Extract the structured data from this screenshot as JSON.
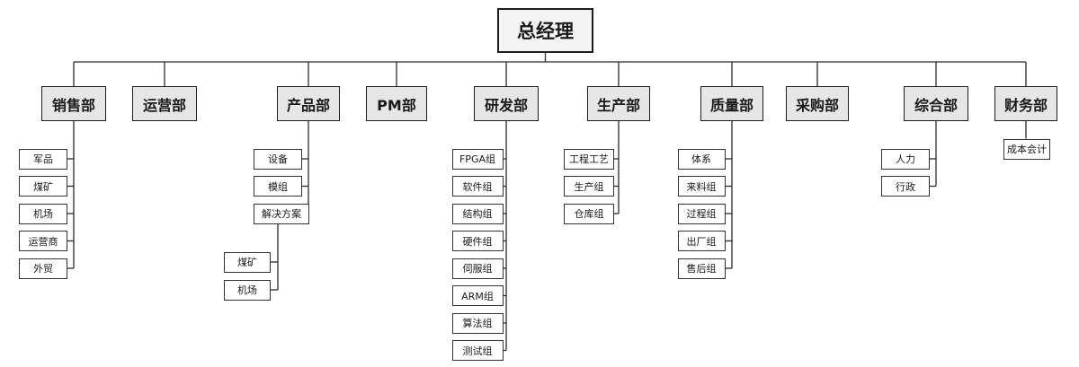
{
  "root": "总经理",
  "departments": [
    {
      "name": "销售部",
      "children": [
        {
          "name": "军品"
        },
        {
          "name": "煤矿"
        },
        {
          "name": "机场"
        },
        {
          "name": "运营商"
        },
        {
          "name": "外贸"
        }
      ]
    },
    {
      "name": "运营部",
      "children": []
    },
    {
      "name": "产品部",
      "children": [
        {
          "name": "设备"
        },
        {
          "name": "模组"
        },
        {
          "name": "解决方案",
          "children": [
            {
              "name": "煤矿"
            },
            {
              "name": "机场"
            }
          ]
        }
      ]
    },
    {
      "name": "PM部",
      "children": []
    },
    {
      "name": "研发部",
      "children": [
        {
          "name": "FPGA组"
        },
        {
          "name": "软件组"
        },
        {
          "name": "结构组"
        },
        {
          "name": "硬件组"
        },
        {
          "name": "伺服组"
        },
        {
          "name": "ARM组"
        },
        {
          "name": "算法组"
        },
        {
          "name": "测试组"
        }
      ]
    },
    {
      "name": "生产部",
      "children": [
        {
          "name": "工程工艺"
        },
        {
          "name": "生产组"
        },
        {
          "name": "仓库组"
        }
      ]
    },
    {
      "name": "质量部",
      "children": [
        {
          "name": "体系"
        },
        {
          "name": "来料组"
        },
        {
          "name": "过程组"
        },
        {
          "name": "出厂组"
        },
        {
          "name": "售后组"
        }
      ]
    },
    {
      "name": "采购部",
      "children": []
    },
    {
      "name": "综合部",
      "children": [
        {
          "name": "人力"
        },
        {
          "name": "行政"
        }
      ]
    },
    {
      "name": "财务部",
      "children": [
        {
          "name": "成本会计"
        }
      ]
    }
  ],
  "colors": {
    "line": "#2b2b2b",
    "root_fill": "#f4f4f4",
    "dept_fill": "#e6e6e6",
    "leaf_fill": "#ffffff"
  }
}
